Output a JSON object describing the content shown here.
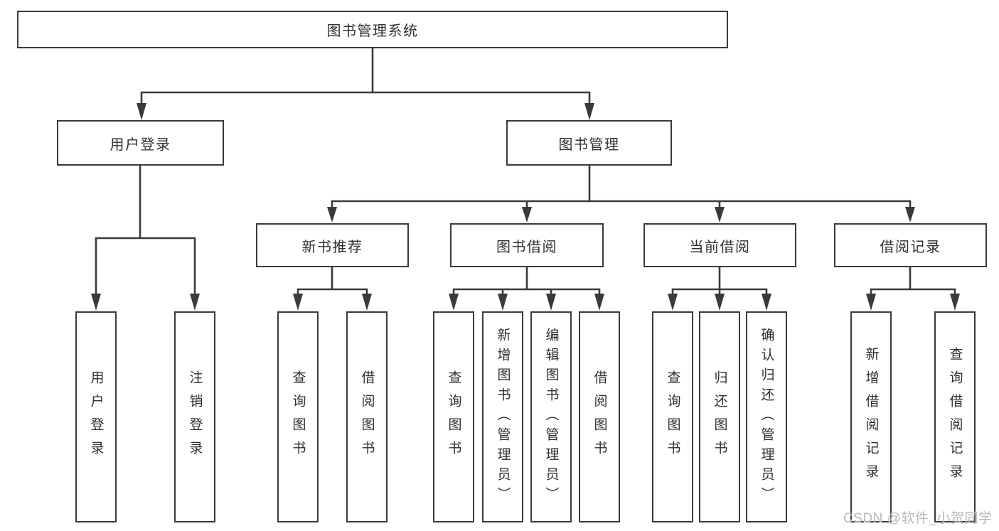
{
  "diagram": {
    "root": {
      "label": "图书管理系统"
    },
    "level2": [
      {
        "label": "用户登录"
      },
      {
        "label": "图书管理"
      }
    ],
    "level3": [
      {
        "label": "新书推荐"
      },
      {
        "label": "图书借阅"
      },
      {
        "label": "当前借阅"
      },
      {
        "label": "借阅记录"
      }
    ],
    "leaves": {
      "userLogin": [
        {
          "label": "用户登录"
        },
        {
          "label": "注销登录"
        }
      ],
      "newBook": [
        {
          "label": "查询图书"
        },
        {
          "label": "借阅图书"
        }
      ],
      "bookBorrow": [
        {
          "label": "查询图书"
        },
        {
          "label": "新增图书（管理员）"
        },
        {
          "label": "编辑图书（管理员）"
        },
        {
          "label": "借阅图书"
        }
      ],
      "currentBorrow": [
        {
          "label": "查询图书"
        },
        {
          "label": "归还图书"
        },
        {
          "label": "确认归还（管理员）"
        }
      ],
      "borrowRecords": [
        {
          "label": "新增借阅记录"
        },
        {
          "label": "查询借阅记录"
        }
      ]
    }
  },
  "watermark": {
    "text": "CSDN @软件_小贺同学"
  },
  "colors": {
    "line": "#3a3a3a",
    "text": "#2f2f2f",
    "watermark": "#b9b9b9",
    "bg": "#ffffff"
  }
}
